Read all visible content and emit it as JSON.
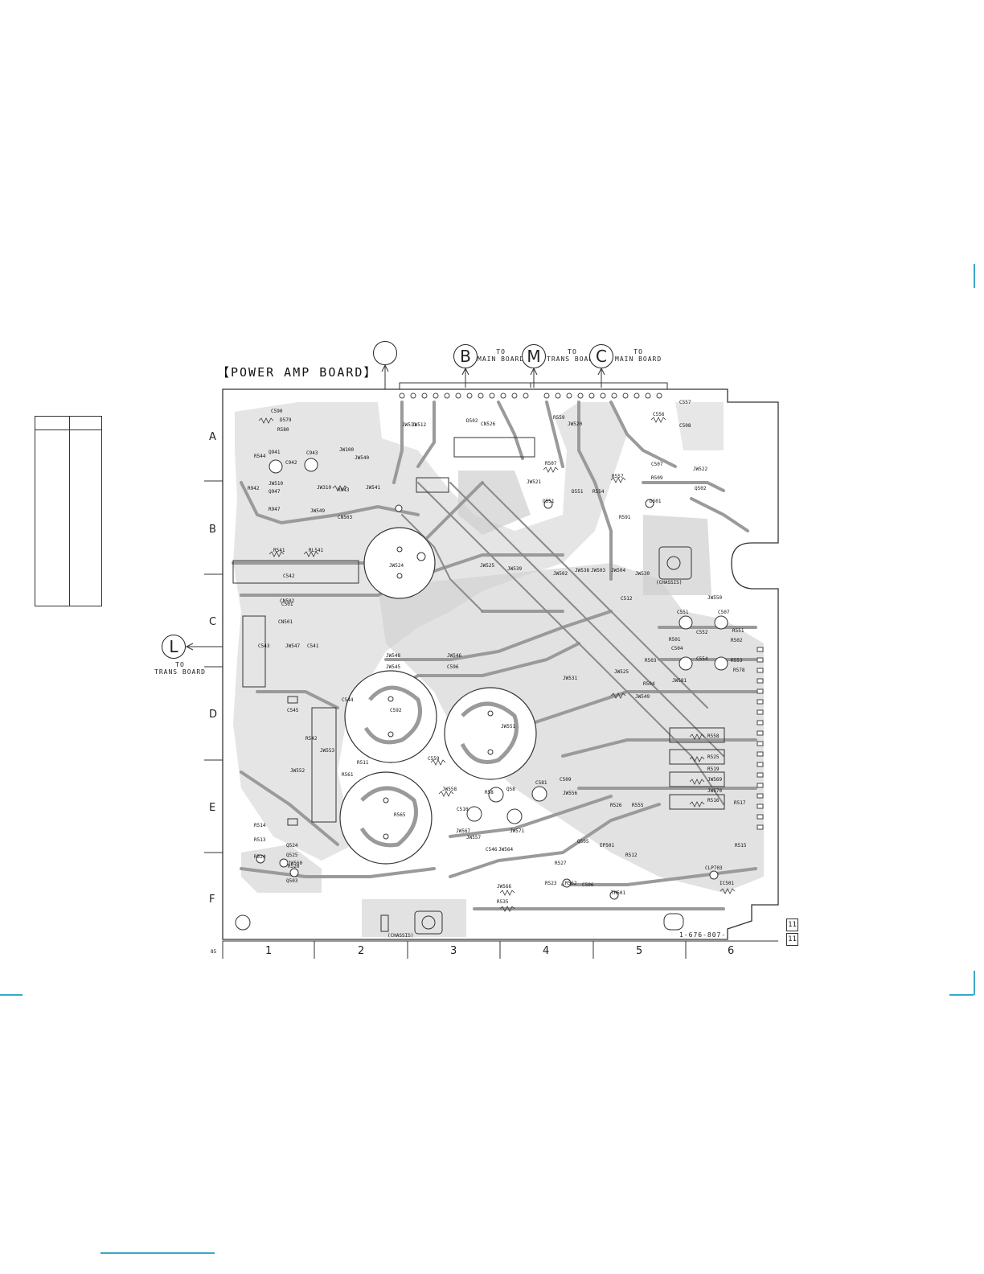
{
  "board_title": "【POWER AMP BOARD】",
  "connectors": [
    {
      "id": "",
      "label": ""
    },
    {
      "id": "B",
      "label": "TO\nMAIN BOARD"
    },
    {
      "id": "M",
      "label": "TO\nTRANS BOARD"
    },
    {
      "id": "C",
      "label": "TO\nMAIN BOARD"
    },
    {
      "id": "L",
      "label": "TO\nTRANS BOARD"
    }
  ],
  "row_labels": [
    "A",
    "B",
    "C",
    "D",
    "E",
    "F"
  ],
  "column_labels": [
    "1",
    "2",
    "3",
    "4",
    "5",
    "6"
  ],
  "board_part_number": "1-676-807-",
  "corner_marks": [
    "11",
    "11"
  ],
  "page_code": "85",
  "component_refs": [
    "C590",
    "D579",
    "R580",
    "R544",
    "Q941",
    "C942",
    "C943",
    "R942",
    "Q947",
    "R943",
    "R947",
    "JW510",
    "JW511",
    "JW512",
    "JW100",
    "JW310",
    "JW541",
    "JW540",
    "JW549",
    "CN503",
    "CN502",
    "CN526",
    "JW520",
    "D502",
    "R559",
    "C556",
    "C557",
    "C508",
    "C507",
    "R509",
    "R557",
    "R507",
    "JW521",
    "JW522",
    "Q502",
    "Q551",
    "D501",
    "D551",
    "R554",
    "R591",
    "R541",
    "RL541",
    "C542",
    "JW524",
    "JW525",
    "JW502",
    "JW539",
    "JW538",
    "JW503",
    "JW504",
    "JW530",
    "C512",
    "JW550",
    "C501",
    "C551",
    "C507",
    "C552",
    "R551",
    "R502",
    "R501",
    "C504",
    "C554",
    "R553",
    "R578",
    "R503",
    "JW581",
    "JW531",
    "JW525",
    "R504",
    "JW549",
    "CN501",
    "C543",
    "C541",
    "JW547",
    "JW548",
    "JW545",
    "JW546",
    "C596",
    "C592",
    "JW551",
    "C544",
    "C545",
    "JW552",
    "R542",
    "JW553",
    "R561",
    "R511",
    "C559",
    "JW558",
    "C510",
    "R58",
    "Q58",
    "C509",
    "C581",
    "JW556",
    "JW557",
    "JW571",
    "C546",
    "JW564",
    "JW567",
    "R565",
    "R526",
    "R555",
    "R558",
    "R525",
    "R519",
    "JW569",
    "JW570",
    "R516",
    "R517",
    "R515",
    "R514",
    "R513",
    "Q524",
    "Q525",
    "Q503",
    "R524",
    "R520",
    "JW560",
    "JW566",
    "R535",
    "R527",
    "Q505",
    "C506",
    "R523",
    "R562",
    "TH501",
    "R512",
    "EP501",
    "CLP703",
    "IC501"
  ],
  "chassis_labels": [
    "(CHASSIS)",
    "(CHASSIS)"
  ],
  "colors": {
    "trace": "#9a9a9a",
    "board_fill": "#c8c8c8",
    "outline": "#333333",
    "crop_mark": "#38a8c8"
  }
}
